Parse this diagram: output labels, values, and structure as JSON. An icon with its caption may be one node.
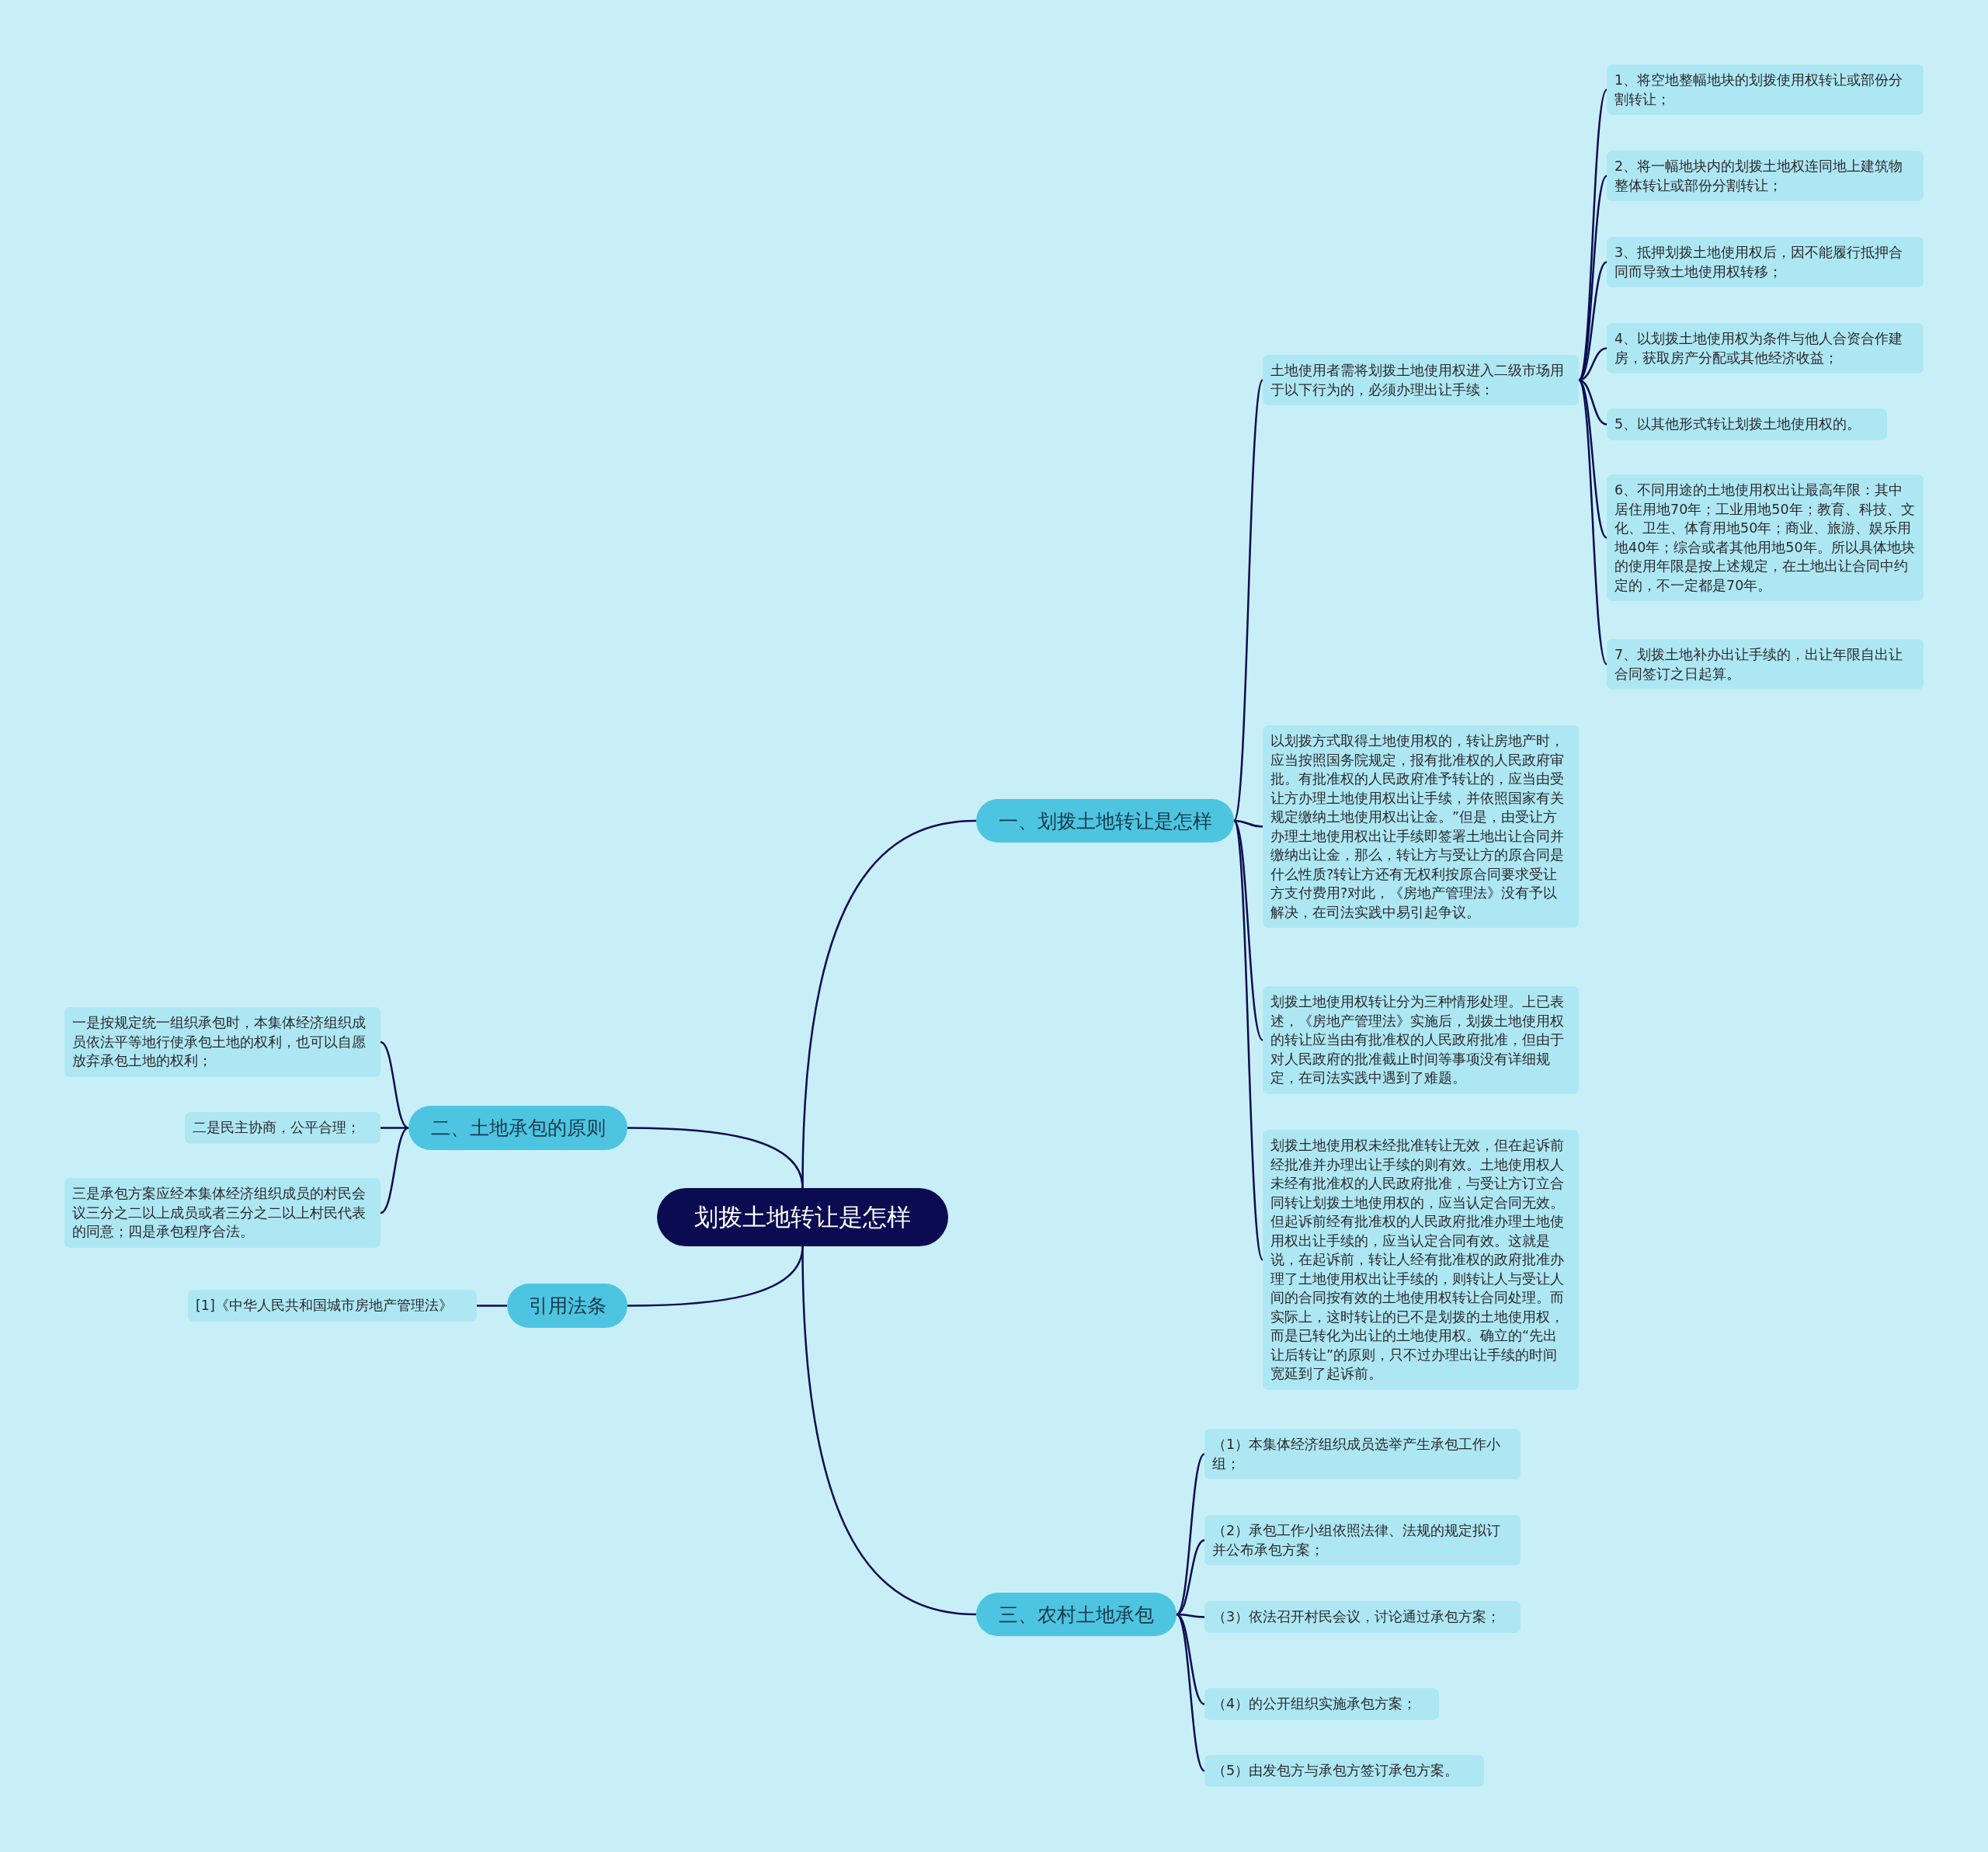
{
  "diagram": {
    "nodes": [
      {
        "text": [
          "划拨土地转让是怎样"
        ]
      },
      {
        "text": [
          "一、划拨土地转让是怎样"
        ]
      },
      {
        "text": [
          "土地使用者需将划拨土地使用权进入二级市场用于以下行为的，必须办理出让手续："
        ]
      },
      {
        "text": [
          "1、将空地整幅地块的划拨使用权转让或部份分割转让；"
        ]
      },
      {
        "text": [
          "2、将一幅地块内的划拨土地权连同地上建筑物整体转让或部份分割转让；"
        ]
      },
      {
        "text": [
          "3、抵押划拨土地使用权后，因不能履行抵押合同而导致土地使用权转移；"
        ]
      },
      {
        "text": [
          "4、以划拨土地使用权为条件与他人合资合作建房，获取房产分配或其他经济收益；"
        ]
      },
      {
        "text": [
          "5、以其他形式转让划拨土地使用权的。"
        ]
      },
      {
        "text": [
          "6、不同用途的土地使用权出让最高年限：其中居住用地70年；工业用地50年；教育、科技、文化、卫生、体育用地50年；商业、旅游、娱乐用地40年；综合或者其他用地50年。所以具体地块的使用年限是按上述规定，在土地出让合同中约定的，不一定都是70年。"
        ]
      },
      {
        "text": [
          "7、划拨土地补办出让手续的，出让年限自出让合同签订之日起算。"
        ]
      },
      {
        "text": [
          "以划拨方式取得土地使用权的，转让房地产时，应当按照国务院规定，报有批准权的人民政府审批。有批准权的人民政府准予转让的，应当由受让方办理土地使用权出让手续，并依照国家有关规定缴纳土地使用权出让金。”但是，由受让方办理土地使用权出让手续即签署土地出让合同并缴纳出让金，那么，转让方与受让方的原合同是什么性质?转让方还有无权利按原合同要求受让方支付费用?对此，《房地产管理法》没有予以解决，在司法实践中易引起争议。"
        ]
      },
      {
        "text": [
          "划拨土地使用权转让分为三种情形处理。上已表述，《房地产管理法》实施后，划拨土地使用权的转让应当由有批准权的人民政府批准，但由于对人民政府的批准截止时间等事项没有详细规定，在司法实践中遇到了难题。"
        ]
      },
      {
        "text": [
          "划拨土地使用权未经批准转让无效，但在起诉前经批准并办理出让手续的则有效。土地使用权人未经有批准权的人民政府批准，与受让方订立合同转让划拨土地使用权的，应当认定合同无效。但起诉前经有批准权的人民政府批准办理土地使用权出让手续的，应当认定合同有效。这就是说，在起诉前，转让人经有批准权的政府批准办理了土地使用权出让手续的，则转让人与受让人间的合同按有效的土地使用权转让合同处理。而实际上，这时转让的已不是划拨的土地使用权，而是已转化为出让的土地使用权。确立的“先出让后转让”的原则，只不过办理出让手续的时间宽延到了起诉前。"
        ]
      },
      {
        "text": [
          "二、土地承包的原则"
        ]
      },
      {
        "text": [
          "一是按规定统一组织承包时，本集体经济组织成员依法平等地行使承包土地的权利，也可以自愿放弃承包土地的权利；"
        ]
      },
      {
        "text": [
          "二是民主协商，公平合理；"
        ]
      },
      {
        "text": [
          "三是承包方案应经本集体经济组织成员的村民会议三分之二以上成员或者三分之二以上村民代表的同意；四是承包程序合法。"
        ]
      },
      {
        "text": [
          "引用法条"
        ]
      },
      {
        "text": [
          "[1]《中华人民共和国城市房地产管理法》"
        ]
      },
      {
        "text": [
          "三、农村土地承包"
        ]
      },
      {
        "text": [
          "（1）本集体经济组织成员选举产生承包工作小组；"
        ]
      },
      {
        "text": [
          "（2）承包工作小组依照法律、法规的规定拟订并公布承包方案；"
        ]
      },
      {
        "text": [
          "（3）依法召开村民会议，讨论通过承包方案；"
        ]
      },
      {
        "text": [
          "（4）的公开组织实施承包方案；"
        ]
      },
      {
        "text": [
          "（5）由发包方与承包方签订承包方案。"
        ]
      }
    ],
    "edges": [
      {
        "from": 0,
        "to": 1,
        "arrow": "none"
      },
      {
        "from": 1,
        "to": 2,
        "arrow": "none"
      },
      {
        "from": 2,
        "to": 3,
        "arrow": "none"
      },
      {
        "from": 2,
        "to": 4,
        "arrow": "none"
      },
      {
        "from": 2,
        "to": 5,
        "arrow": "none"
      },
      {
        "from": 2,
        "to": 6,
        "arrow": "none"
      },
      {
        "from": 2,
        "to": 7,
        "arrow": "none"
      },
      {
        "from": 2,
        "to": 8,
        "arrow": "none"
      },
      {
        "from": 2,
        "to": 9,
        "arrow": "none"
      },
      {
        "from": 1,
        "to": 10,
        "arrow": "none"
      },
      {
        "from": 1,
        "to": 11,
        "arrow": "none"
      },
      {
        "from": 1,
        "to": 12,
        "arrow": "none"
      },
      {
        "from": 0,
        "to": 13,
        "arrow": "none"
      },
      {
        "from": 13,
        "to": 14,
        "arrow": "none"
      },
      {
        "from": 13,
        "to": 15,
        "arrow": "none"
      },
      {
        "from": 13,
        "to": 16,
        "arrow": "none"
      },
      {
        "from": 0,
        "to": 17,
        "arrow": "none"
      },
      {
        "from": 17,
        "to": 18,
        "arrow": "none"
      },
      {
        "from": 0,
        "to": 19,
        "arrow": "none"
      },
      {
        "from": 19,
        "to": 20,
        "arrow": "none"
      },
      {
        "from": 19,
        "to": 21,
        "arrow": "none"
      },
      {
        "from": 19,
        "to": 22,
        "arrow": "none"
      },
      {
        "from": 19,
        "to": 23,
        "arrow": "none"
      },
      {
        "from": 19,
        "to": 24,
        "arrow": "none"
      }
    ]
  }
}
